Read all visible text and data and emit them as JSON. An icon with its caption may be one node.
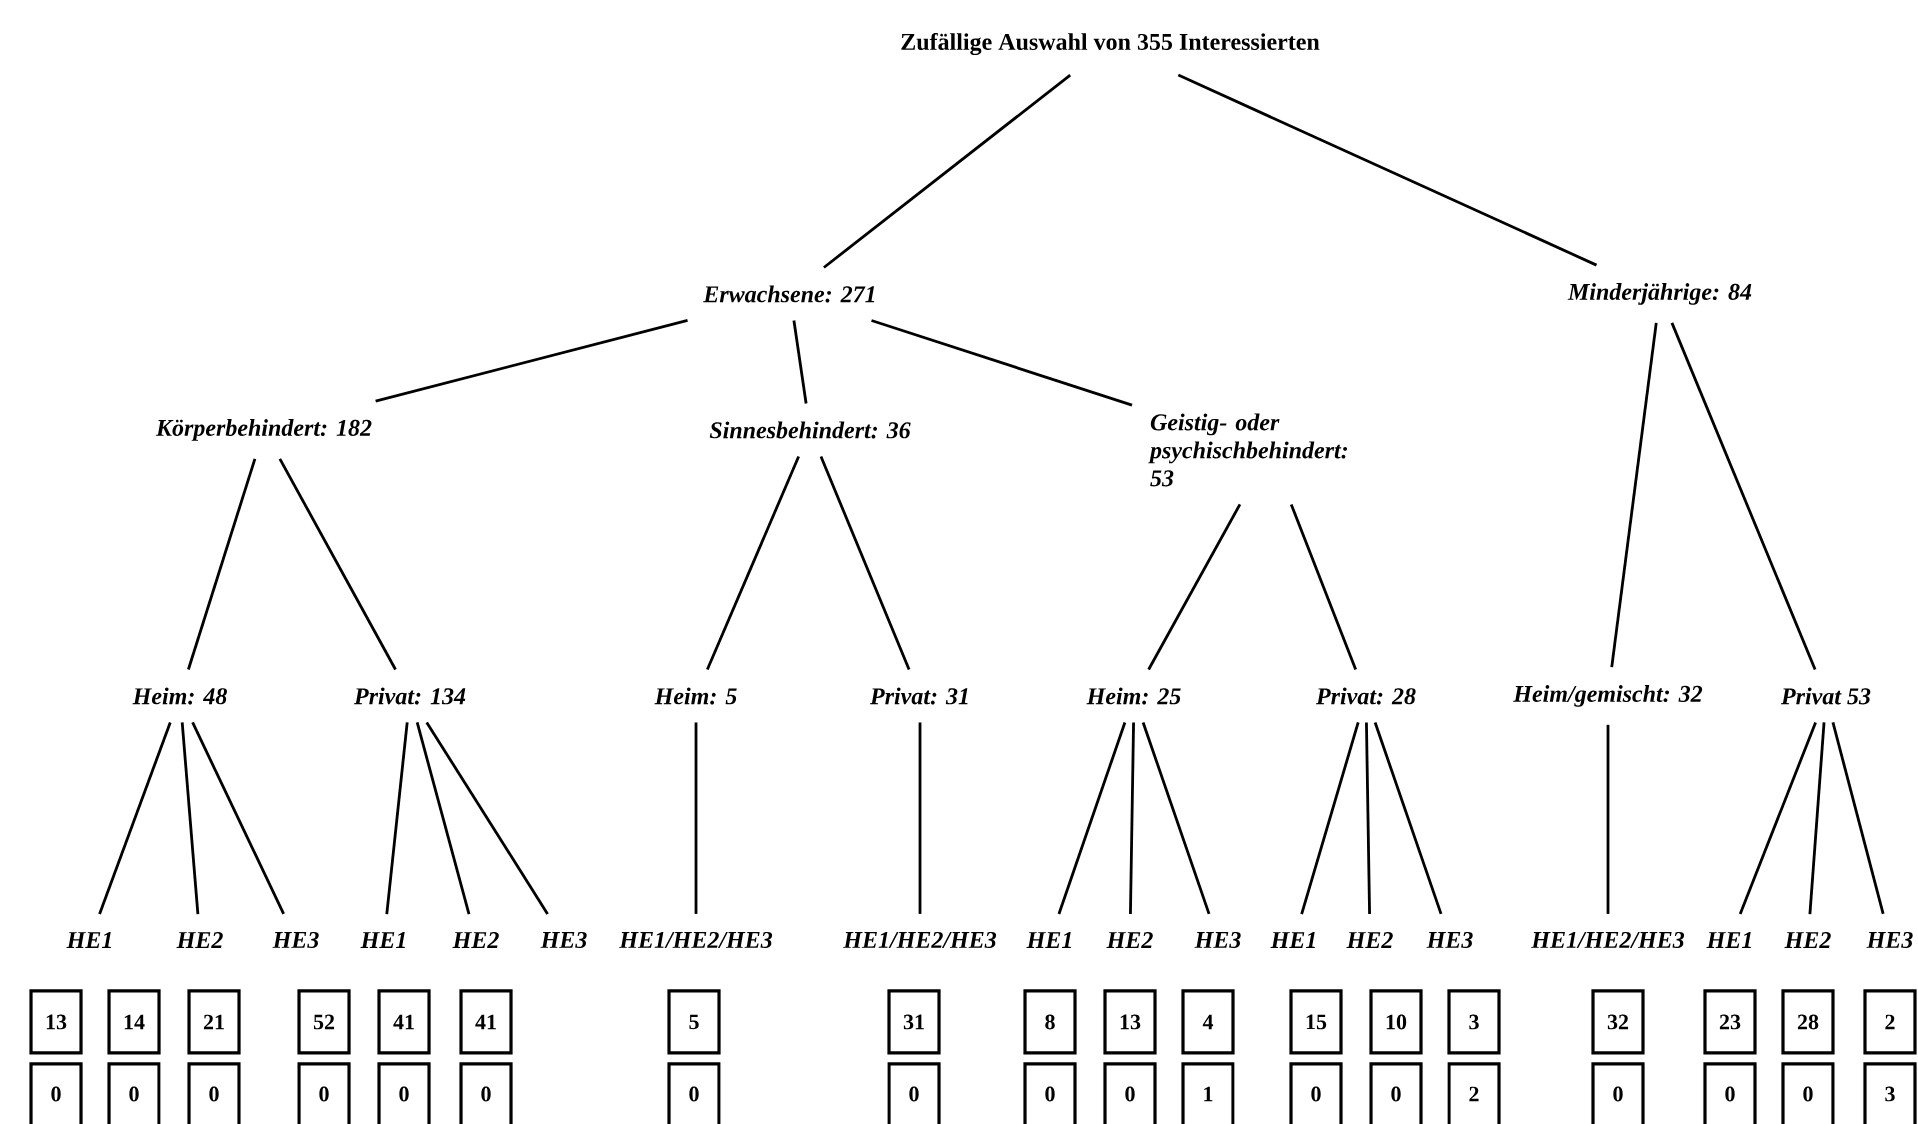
{
  "diagram": {
    "nodes": [
      {
        "text": [
          "Zufällige Auswahl von 355 Interessierten"
        ]
      },
      {
        "text": [
          "Erwachsene: 271"
        ]
      },
      {
        "text": [
          "Minderjährige: 84"
        ]
      },
      {
        "text": [
          "Körperbehindert: 182"
        ]
      },
      {
        "text": [
          "Sinnesbehindert: 36"
        ]
      },
      {
        "text": [
          "Geistig- oder psychischbehindert: 53"
        ]
      },
      {
        "text": [
          "Heim: 48"
        ]
      },
      {
        "text": [
          "Privat: 134"
        ]
      },
      {
        "text": [
          "Heim: 5"
        ]
      },
      {
        "text": [
          "Privat: 31"
        ]
      },
      {
        "text": [
          "Heim: 25"
        ]
      },
      {
        "text": [
          "Privat: 28"
        ]
      },
      {
        "text": [
          "Heim/gemischt: 32"
        ]
      },
      {
        "text": [
          "Privat 53"
        ]
      },
      {
        "text": [
          "HE1"
        ]
      },
      {
        "text": [
          "HE2"
        ]
      },
      {
        "text": [
          "HE3"
        ]
      },
      {
        "text": [
          "HE1"
        ]
      },
      {
        "text": [
          "HE2"
        ]
      },
      {
        "text": [
          "HE3"
        ]
      },
      {
        "text": [
          "HE1/HE2/HE3"
        ]
      },
      {
        "text": [
          "HE1/HE2/HE3"
        ]
      },
      {
        "text": [
          "HE1"
        ]
      },
      {
        "text": [
          "HE2"
        ]
      },
      {
        "text": [
          "HE3"
        ]
      },
      {
        "text": [
          "HE1"
        ]
      },
      {
        "text": [
          "HE2"
        ]
      },
      {
        "text": [
          "HE3"
        ]
      },
      {
        "text": [
          "HE1/HE2/HE3"
        ]
      },
      {
        "text": [
          "HE1"
        ]
      },
      {
        "text": [
          "HE2"
        ]
      },
      {
        "text": [
          "HE3"
        ]
      },
      {
        "text": [
          "13"
        ]
      },
      {
        "text": [
          "14"
        ]
      },
      {
        "text": [
          "21"
        ]
      },
      {
        "text": [
          "52"
        ]
      },
      {
        "text": [
          "41"
        ]
      },
      {
        "text": [
          "41"
        ]
      },
      {
        "text": [
          "5"
        ]
      },
      {
        "text": [
          "31"
        ]
      },
      {
        "text": [
          "8"
        ]
      },
      {
        "text": [
          "13"
        ]
      },
      {
        "text": [
          "4"
        ]
      },
      {
        "text": [
          "15"
        ]
      },
      {
        "text": [
          "10"
        ]
      },
      {
        "text": [
          "3"
        ]
      },
      {
        "text": [
          "32"
        ]
      },
      {
        "text": [
          "23"
        ]
      },
      {
        "text": [
          "28"
        ]
      },
      {
        "text": [
          "2"
        ]
      },
      {
        "text": [
          "0"
        ]
      },
      {
        "text": [
          "0"
        ]
      },
      {
        "text": [
          "0"
        ]
      },
      {
        "text": [
          "0"
        ]
      },
      {
        "text": [
          "0"
        ]
      },
      {
        "text": [
          "0"
        ]
      },
      {
        "text": [
          "0"
        ]
      },
      {
        "text": [
          "0"
        ]
      },
      {
        "text": [
          "0"
        ]
      },
      {
        "text": [
          "0"
        ]
      },
      {
        "text": [
          "1"
        ]
      },
      {
        "text": [
          "0"
        ]
      },
      {
        "text": [
          "0"
        ]
      },
      {
        "text": [
          "2"
        ]
      },
      {
        "text": [
          "0"
        ]
      },
      {
        "text": [
          "0"
        ]
      },
      {
        "text": [
          "0"
        ]
      },
      {
        "text": [
          "3"
        ]
      }
    ],
    "edges": [
      {
        "from": 0,
        "to": 1,
        "arrow": "none"
      },
      {
        "from": 0,
        "to": 2,
        "arrow": "none"
      },
      {
        "from": 1,
        "to": 3,
        "arrow": "none"
      },
      {
        "from": 1,
        "to": 4,
        "arrow": "none"
      },
      {
        "from": 1,
        "to": 5,
        "arrow": "none"
      },
      {
        "from": 3,
        "to": 6,
        "arrow": "none"
      },
      {
        "from": 3,
        "to": 7,
        "arrow": "none"
      },
      {
        "from": 4,
        "to": 8,
        "arrow": "none"
      },
      {
        "from": 4,
        "to": 9,
        "arrow": "none"
      },
      {
        "from": 5,
        "to": 10,
        "arrow": "none"
      },
      {
        "from": 5,
        "to": 11,
        "arrow": "none"
      },
      {
        "from": 2,
        "to": 12,
        "arrow": "none"
      },
      {
        "from": 2,
        "to": 13,
        "arrow": "none"
      },
      {
        "from": 6,
        "to": 14,
        "arrow": "none"
      },
      {
        "from": 6,
        "to": 15,
        "arrow": "none"
      },
      {
        "from": 6,
        "to": 16,
        "arrow": "none"
      },
      {
        "from": 7,
        "to": 17,
        "arrow": "none"
      },
      {
        "from": 7,
        "to": 18,
        "arrow": "none"
      },
      {
        "from": 7,
        "to": 19,
        "arrow": "none"
      },
      {
        "from": 8,
        "to": 20,
        "arrow": "none"
      },
      {
        "from": 9,
        "to": 21,
        "arrow": "none"
      },
      {
        "from": 10,
        "to": 22,
        "arrow": "none"
      },
      {
        "from": 10,
        "to": 23,
        "arrow": "none"
      },
      {
        "from": 10,
        "to": 24,
        "arrow": "none"
      },
      {
        "from": 11,
        "to": 25,
        "arrow": "none"
      },
      {
        "from": 11,
        "to": 26,
        "arrow": "none"
      },
      {
        "from": 11,
        "to": 27,
        "arrow": "none"
      },
      {
        "from": 12,
        "to": 28,
        "arrow": "none"
      },
      {
        "from": 13,
        "to": 29,
        "arrow": "none"
      },
      {
        "from": 13,
        "to": 30,
        "arrow": "none"
      },
      {
        "from": 13,
        "to": 31,
        "arrow": "none"
      }
    ]
  }
}
